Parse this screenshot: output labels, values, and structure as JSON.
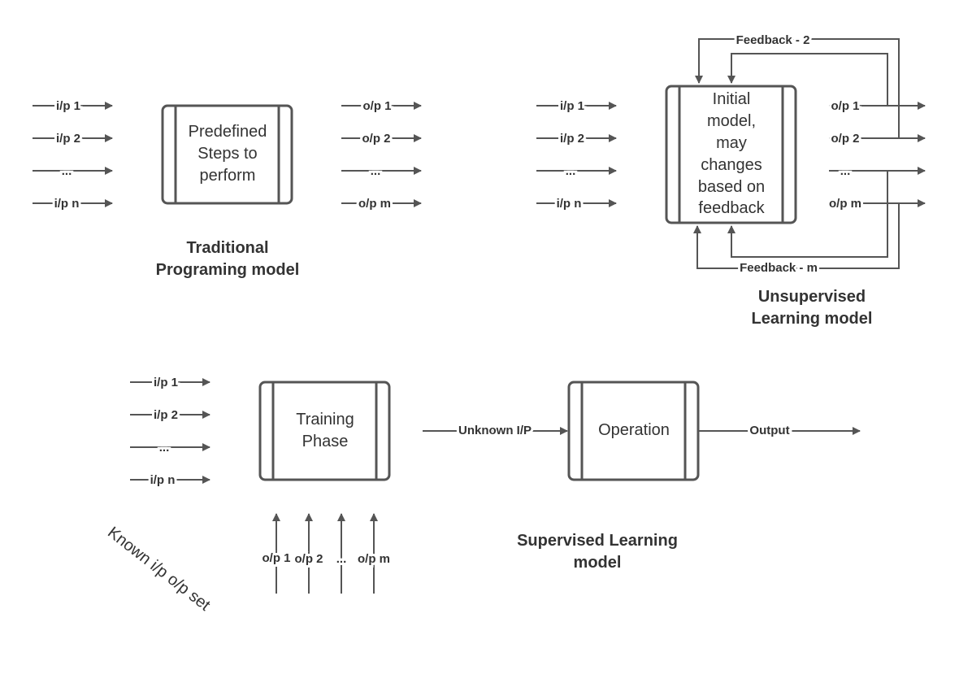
{
  "traditional": {
    "inputs": [
      "i/p 1",
      "i/p 2",
      "...",
      "i/p n"
    ],
    "box_lines": [
      "Predefined",
      "Steps to",
      "perform"
    ],
    "outputs": [
      "o/p 1",
      "o/p 2",
      "...",
      "o/p m"
    ],
    "title_lines": [
      "Traditional",
      "Programing model"
    ]
  },
  "unsupervised": {
    "inputs": [
      "i/p 1",
      "i/p 2",
      "...",
      "i/p n"
    ],
    "box_lines": [
      "Initial",
      "model,",
      "may",
      "changes",
      "based on",
      "feedback"
    ],
    "outputs": [
      "o/p 1",
      "o/p 2",
      "...",
      "o/p m"
    ],
    "feedback_top": "Feedback - 2",
    "feedback_bottom": "Feedback - m",
    "title_lines": [
      "Unsupervised",
      "Learning model"
    ]
  },
  "supervised": {
    "inputs": [
      "i/p 1",
      "i/p 2",
      "...",
      "i/p n"
    ],
    "training_lines": [
      "Training",
      "Phase"
    ],
    "known_outputs": [
      "o/p 1",
      "o/p 2",
      "...",
      "o/p m"
    ],
    "known_label": "Known i/p o/p set",
    "unknown_label": "Unknown I/P",
    "operation_label": "Operation",
    "output_label": "Output",
    "title_lines": [
      "Supervised Learning",
      "model"
    ]
  }
}
